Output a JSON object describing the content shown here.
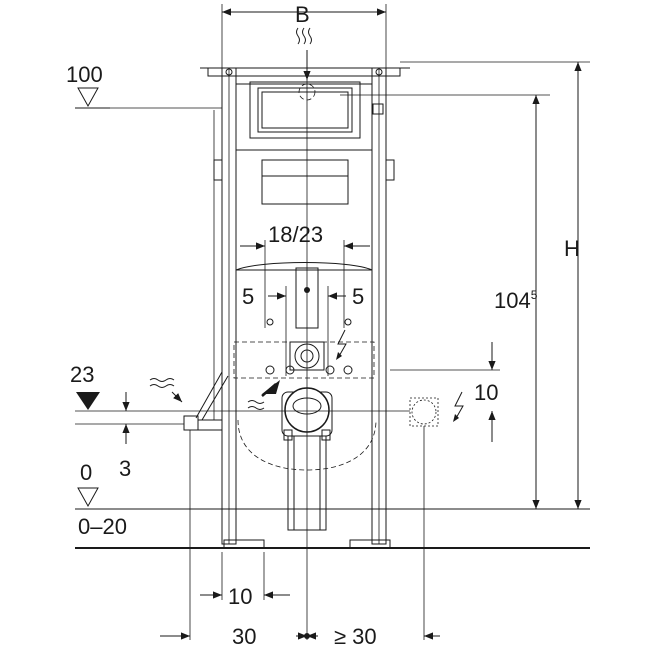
{
  "labels": {
    "width_B": "B",
    "height_H": "H",
    "level_100": "100",
    "level_0": "0",
    "level_range": "0–20",
    "level_23": "23",
    "dim_3": "3",
    "dim_18_23": "18/23",
    "dim_5_left": "5",
    "dim_5_right": "5",
    "dim_104": "104",
    "dim_104_sup": "5",
    "dim_10_right": "10",
    "dim_10_bottom": "10",
    "dim_30": "30",
    "dim_ge30": "≥ 30"
  },
  "icons": {
    "water": "water-supply-icon",
    "electric": "electric-icon"
  }
}
